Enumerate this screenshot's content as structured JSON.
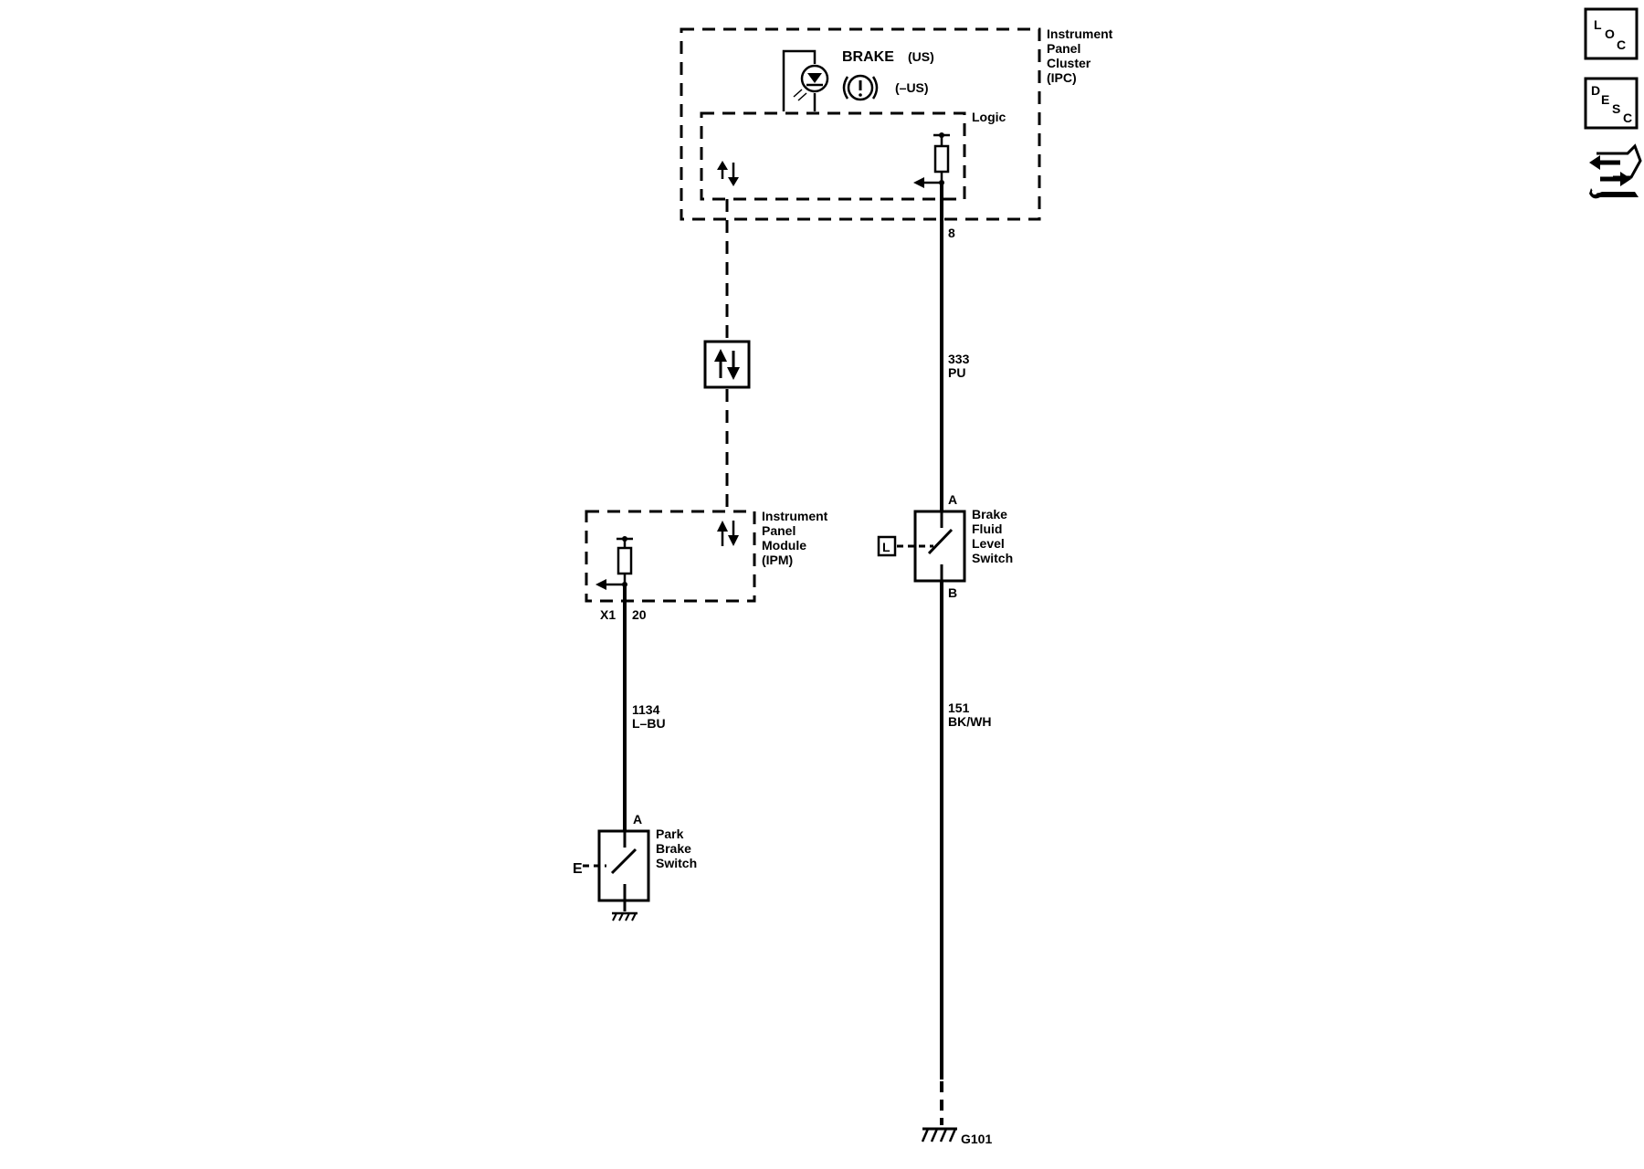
{
  "ipc": {
    "label_lines": [
      "Instrument",
      "Panel",
      "Cluster",
      "(IPC)"
    ],
    "indicator_brake": "BRAKE",
    "indicator_us": "(US)",
    "indicator_nonus": "(–US)",
    "logic_label": "Logic",
    "pin": "8"
  },
  "wire_ipc": {
    "circuit": "333",
    "color": "PU"
  },
  "fluid_switch": {
    "label_lines": [
      "Brake",
      "Fluid",
      "Level",
      "Switch"
    ],
    "terminal_top": "A",
    "terminal_bottom": "B",
    "mechanism_label": "L"
  },
  "wire_ground": {
    "circuit": "151",
    "color": "BK/WH"
  },
  "ground": {
    "label": "G101"
  },
  "ipm": {
    "label_lines": [
      "Instrument",
      "Panel",
      "Module",
      "(IPM)"
    ],
    "connector": "X1",
    "pin": "20"
  },
  "wire_ipm": {
    "circuit": "1134",
    "color": "L–BU"
  },
  "park_switch": {
    "label_lines": [
      "Park",
      "Brake",
      "Switch"
    ],
    "terminal_top": "A",
    "mechanism_label": "E"
  },
  "side_icons": {
    "loc_letters": [
      "L",
      "O",
      "C"
    ],
    "desc_letters": [
      "D",
      "E",
      "S",
      "C"
    ]
  }
}
